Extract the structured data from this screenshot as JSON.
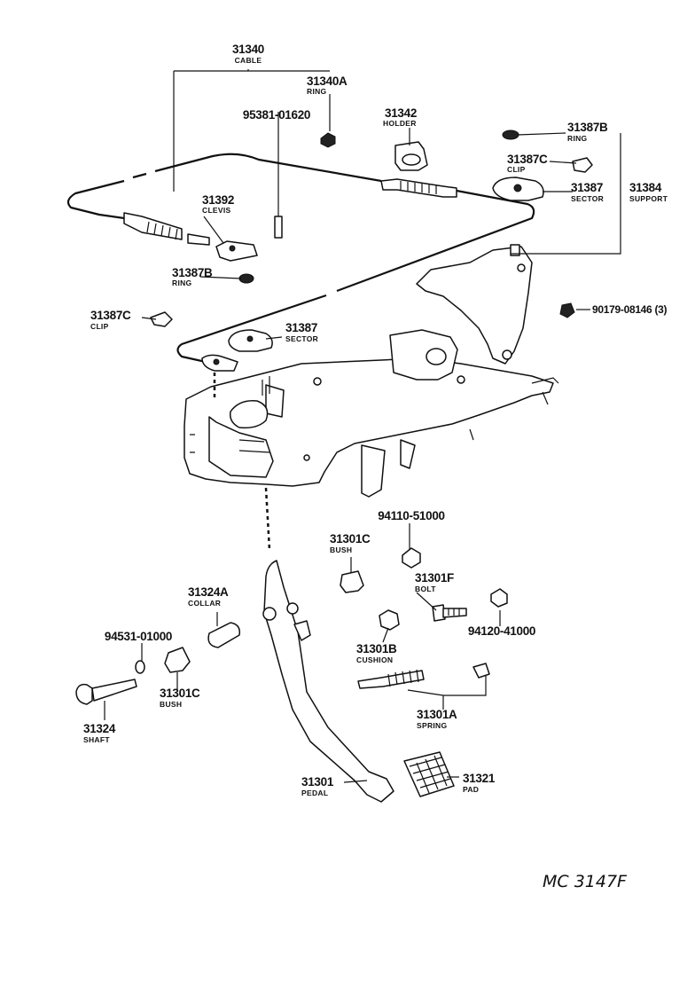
{
  "diagram": {
    "drawing_code": "MC 3147F",
    "parts": [
      {
        "key": "cable",
        "number": "31340",
        "name": "CABLE"
      },
      {
        "key": "cable_ring",
        "number": "31340A",
        "name": "RING"
      },
      {
        "key": "cable_pin",
        "number": "95381-01620",
        "name": ""
      },
      {
        "key": "holder",
        "number": "31342",
        "name": "HOLDER"
      },
      {
        "key": "ring_top",
        "number": "31387B",
        "name": "RING"
      },
      {
        "key": "clip_top",
        "number": "31387C",
        "name": "CLIP"
      },
      {
        "key": "sector_top",
        "number": "31387",
        "name": "SECTOR"
      },
      {
        "key": "support",
        "number": "31384",
        "name": "SUPPORT"
      },
      {
        "key": "clevis",
        "number": "31392",
        "name": "CLEVIS"
      },
      {
        "key": "ring_mid",
        "number": "31387B",
        "name": "RING"
      },
      {
        "key": "clip_mid",
        "number": "31387C",
        "name": "CLIP"
      },
      {
        "key": "sector_mid",
        "number": "31387",
        "name": "SECTOR"
      },
      {
        "key": "support_bolt",
        "number": "90179-08146 (3)",
        "name": ""
      },
      {
        "key": "nut_upper",
        "number": "94110-51000",
        "name": ""
      },
      {
        "key": "bush_upper",
        "number": "31301C",
        "name": "BUSH"
      },
      {
        "key": "bolt",
        "number": "31301F",
        "name": "BOLT"
      },
      {
        "key": "collar",
        "number": "31324A",
        "name": "COLLAR"
      },
      {
        "key": "washer",
        "number": "94531-01000",
        "name": ""
      },
      {
        "key": "nut_lower",
        "number": "94120-41000",
        "name": ""
      },
      {
        "key": "cushion",
        "number": "31301B",
        "name": "CUSHION"
      },
      {
        "key": "bush_lower",
        "number": "31301C",
        "name": "BUSH"
      },
      {
        "key": "spring",
        "number": "31301A",
        "name": "SPRING"
      },
      {
        "key": "shaft",
        "number": "31324",
        "name": "SHAFT"
      },
      {
        "key": "pedal",
        "number": "31301",
        "name": "PEDAL"
      },
      {
        "key": "pad",
        "number": "31321",
        "name": "PAD"
      }
    ]
  }
}
